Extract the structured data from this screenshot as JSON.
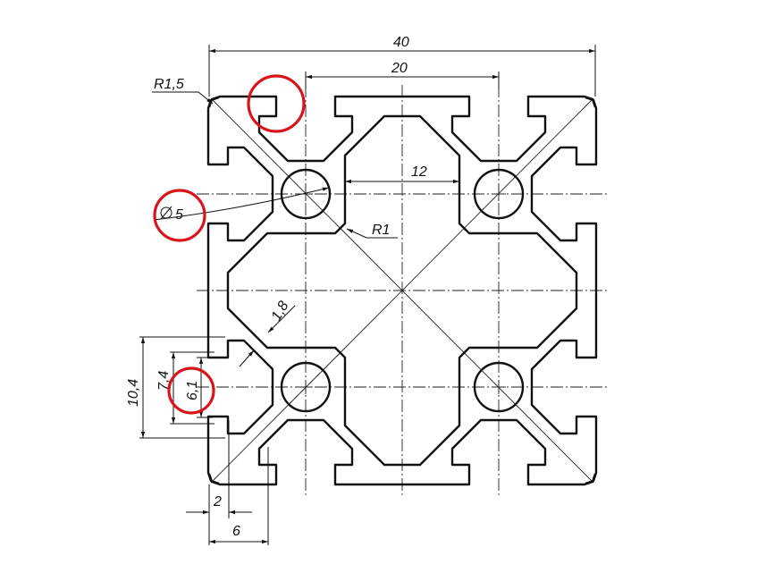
{
  "drawing": {
    "title": "40x40 aluminium profile cross-section",
    "dimensions": {
      "overall_width": "40",
      "slot_pitch": "20",
      "corner_radius": "R1,5",
      "inner_width": "12",
      "bore_diameter": "5",
      "inner_radius": "R1",
      "wall_thickness": "1,8",
      "slot_depth_outer": "10,4",
      "slot_depth_mid": "7,4",
      "slot_opening": "6,1",
      "lip_thickness": "2",
      "lip_width": "6"
    },
    "highlight_color": "#d8141c",
    "line_color": "#111111"
  }
}
